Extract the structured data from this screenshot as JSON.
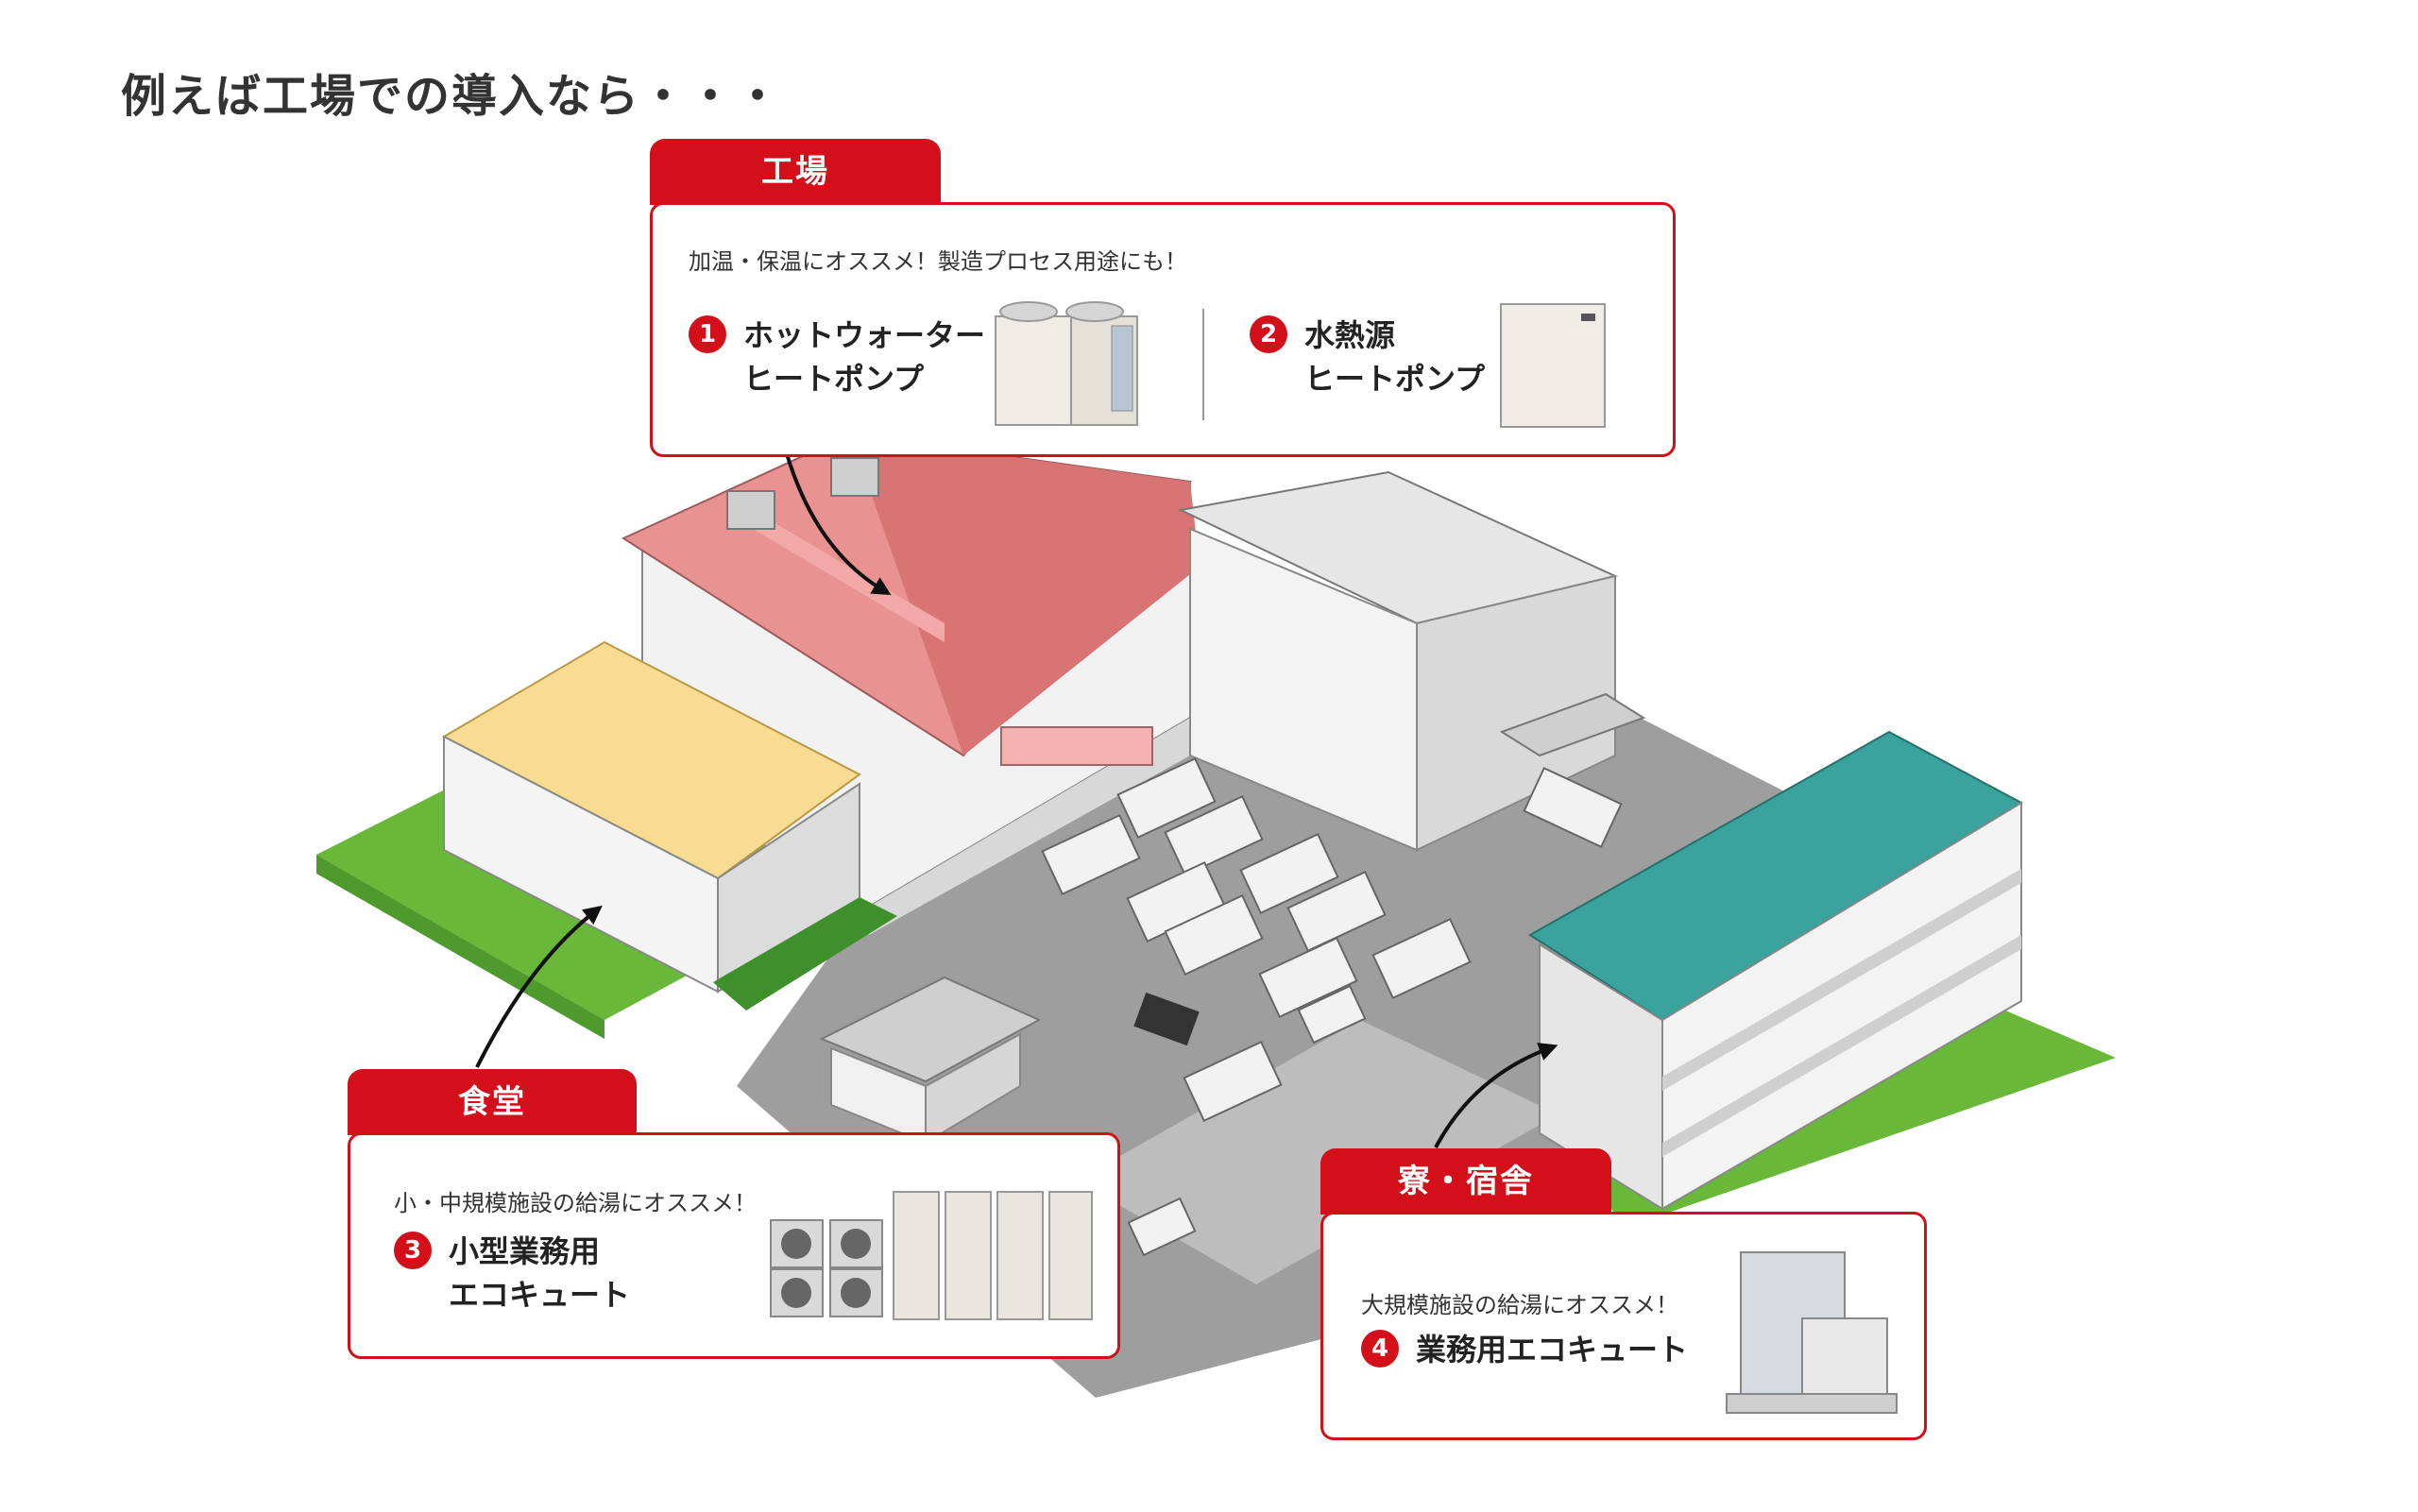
{
  "page_title": "例えば工場での導入なら・・・",
  "colors": {
    "accent": "#d3101a",
    "text": "#333333"
  },
  "factory": {
    "label": "工場",
    "subtitle": "加温・保温にオススメ！製造プロセス用途にも！",
    "products": [
      {
        "number": "1",
        "name_line1": "ホットウォーター",
        "name_line2": "ヒートポンプ",
        "icon": "hot-water-heat-pump-unit"
      },
      {
        "number": "2",
        "name_line1": "水熱源",
        "name_line2": "ヒートポンプ",
        "icon": "water-source-heat-pump-unit"
      }
    ]
  },
  "canteen": {
    "label": "食堂",
    "subtitle": "小・中規模施設の給湯にオススメ！",
    "product": {
      "number": "3",
      "name_line1": "小型業務用",
      "name_line2": "エコキュート",
      "icon": "small-commercial-ecocute-units"
    }
  },
  "dormitory": {
    "label": "寮・宿舎",
    "subtitle": "大規模施設の給湯にオススメ！",
    "product": {
      "number": "4",
      "name": "業務用エコキュート",
      "icon": "commercial-ecocute-tank"
    }
  }
}
